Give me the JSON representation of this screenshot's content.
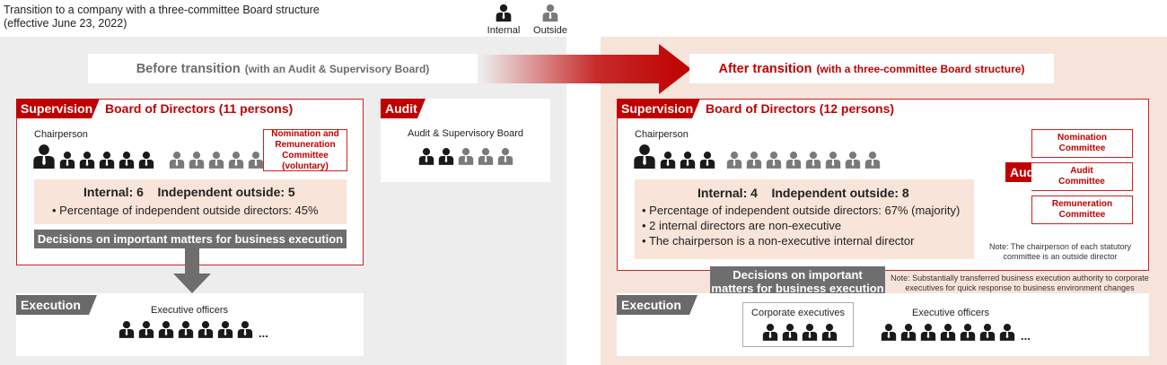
{
  "title": {
    "line1": "Transition to a company with a three-committee Board structure",
    "line2": "(effective June 23, 2022)"
  },
  "legend": {
    "internal": "Internal",
    "outside": "Outside"
  },
  "colors": {
    "accent_red": "#c00000",
    "internal": "#1a1a1a",
    "outside": "#7a7a7a",
    "gray_bar": "#6e6e6e"
  },
  "before": {
    "header_main": "Before transition",
    "header_sub": "(with an Audit & Supervisory Board)",
    "supervision_tag": "Supervision",
    "board_title": "Board of Directors (11 persons)",
    "chairperson_label": "Chairperson",
    "committee_lines": [
      "Nomination and",
      "Remuneration",
      "Committee",
      "(voluntary)"
    ],
    "stats_head": "Internal: 6    Independent outside: 5",
    "stats_bullets": [
      "Percentage of independent outside directors: 45%"
    ],
    "decision_bar": "Decisions on important matters for business execution",
    "audit_tag": "Audit",
    "audit_board": "Audit & Supervisory Board",
    "execution_tag": "Execution",
    "executive_officers": "Executive officers",
    "ellipsis": "..."
  },
  "after": {
    "header_main": "After transition",
    "header_sub": "(with a three-committee Board structure)",
    "supervision_tag": "Supervision",
    "board_title": "Board of Directors (12 persons)",
    "chairperson_label": "Chairperson",
    "stats_head": "Internal: 4    Independent outside: 8",
    "stats_bullets": [
      "Percentage of independent outside directors: 67% (majority)",
      "2 internal directors are non-executive",
      "The chairperson is a non-executive internal director"
    ],
    "audit_tag": "Audit",
    "committees": [
      [
        "Nomination",
        "Committee"
      ],
      [
        "Audit",
        "Committee"
      ],
      [
        "Remuneration",
        "Committee"
      ]
    ],
    "chair_note": [
      "Note: The chairperson of each statutory",
      "committee is an outside director"
    ],
    "decision_box": [
      "Decisions on important",
      "matters for business execution"
    ],
    "transfer_note": [
      "Note: Substantially transferred business execution authority to corporate",
      "executives for quick response to business environment changes"
    ],
    "execution_tag": "Execution",
    "corporate_executives": "Corporate executives",
    "executive_officers": "Executive officers",
    "ellipsis": "..."
  }
}
